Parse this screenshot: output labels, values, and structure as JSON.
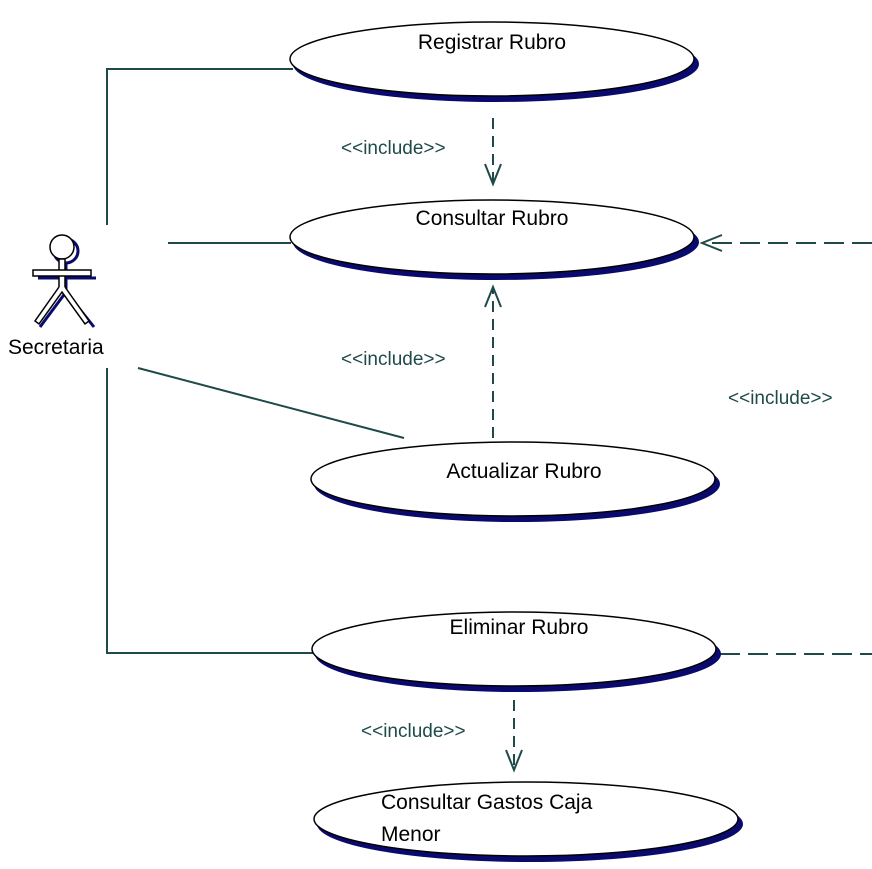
{
  "actor": {
    "name": "Secretaria"
  },
  "use_cases": {
    "registrar": "Registrar Rubro",
    "consultar": "Consultar Rubro",
    "actualizar": "Actualizar Rubro",
    "eliminar": "Eliminar Rubro",
    "consultar_gastos_line1": "Consultar Gastos Caja",
    "consultar_gastos_line2": "Menor"
  },
  "relations": {
    "include_registrar": "<<include>>",
    "include_actualizar": "<<include>>",
    "include_right": "<<include>>",
    "include_eliminar": "<<include>>"
  },
  "colors": {
    "line": "#1f4a4a",
    "shadow": "#0a0a6e",
    "outline": "#000000"
  }
}
